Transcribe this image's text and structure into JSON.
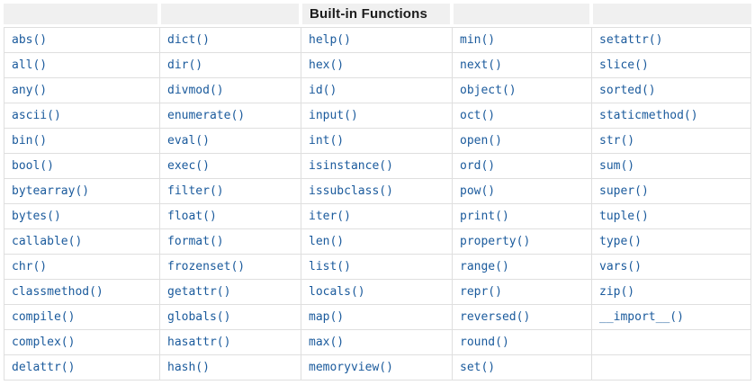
{
  "colors": {
    "link": "#1a5a9c",
    "border": "#dfdfdf",
    "header_bg": "#f0f0f0",
    "header_text": "#1c1c1c"
  },
  "table": {
    "title": "Built-in Functions",
    "column_count": 5,
    "rows": [
      [
        "abs()",
        "dict()",
        "help()",
        "min()",
        "setattr()"
      ],
      [
        "all()",
        "dir()",
        "hex()",
        "next()",
        "slice()"
      ],
      [
        "any()",
        "divmod()",
        "id()",
        "object()",
        "sorted()"
      ],
      [
        "ascii()",
        "enumerate()",
        "input()",
        "oct()",
        "staticmethod()"
      ],
      [
        "bin()",
        "eval()",
        "int()",
        "open()",
        "str()"
      ],
      [
        "bool()",
        "exec()",
        "isinstance()",
        "ord()",
        "sum()"
      ],
      [
        "bytearray()",
        "filter()",
        "issubclass()",
        "pow()",
        "super()"
      ],
      [
        "bytes()",
        "float()",
        "iter()",
        "print()",
        "tuple()"
      ],
      [
        "callable()",
        "format()",
        "len()",
        "property()",
        "type()"
      ],
      [
        "chr()",
        "frozenset()",
        "list()",
        "range()",
        "vars()"
      ],
      [
        "classmethod()",
        "getattr()",
        "locals()",
        "repr()",
        "zip()"
      ],
      [
        "compile()",
        "globals()",
        "map()",
        "reversed()",
        "__import__()"
      ],
      [
        "complex()",
        "hasattr()",
        "max()",
        "round()",
        ""
      ],
      [
        "delattr()",
        "hash()",
        "memoryview()",
        "set()",
        ""
      ]
    ]
  }
}
